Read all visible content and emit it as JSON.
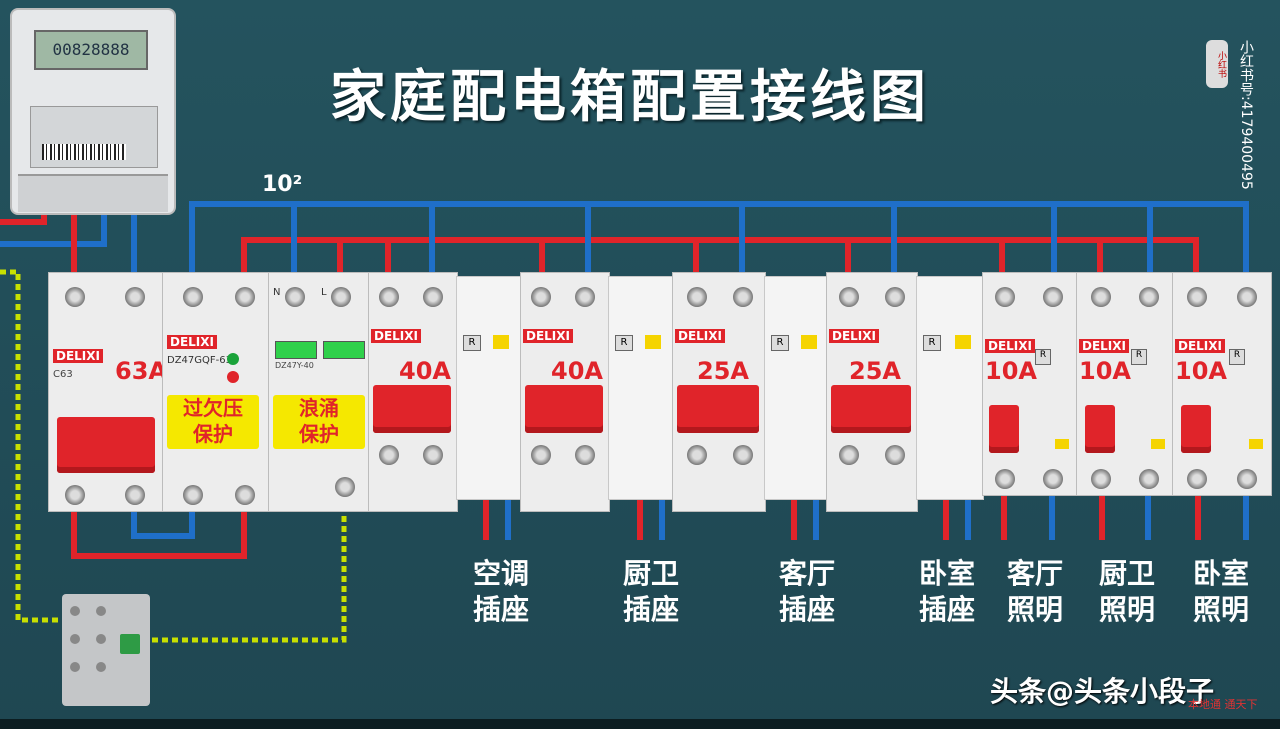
{
  "title": "家庭配电箱配置接线图",
  "wire_size": "10²",
  "side_text": "小红书号:4179400495",
  "side_badge": "小红书",
  "meter": {
    "display": "00828888"
  },
  "brand": "DELIXI",
  "main_breaker": {
    "rating": "63A",
    "model": "C63"
  },
  "voltage_protector": {
    "model": "DZ47GQF-63",
    "label_line1": "过欠压",
    "label_line2": "保护"
  },
  "surge_protector": {
    "model": "DZ47Y-40",
    "label_line1": "浪涌",
    "label_line2": "保护",
    "terminal_n": "N",
    "terminal_l": "L"
  },
  "rcd_breakers": [
    {
      "rating": "40A",
      "circuit_line1": "空调",
      "circuit_line2": "插座"
    },
    {
      "rating": "40A",
      "circuit_line1": "厨卫",
      "circuit_line2": "插座"
    },
    {
      "rating": "25A",
      "circuit_line1": "客厅",
      "circuit_line2": "插座"
    },
    {
      "rating": "25A",
      "circuit_line1": "卧室",
      "circuit_line2": "插座"
    }
  ],
  "light_breakers": [
    {
      "rating": "10A",
      "circuit_line1": "客厅",
      "circuit_line2": "照明"
    },
    {
      "rating": "10A",
      "circuit_line1": "厨卫",
      "circuit_line2": "照明"
    },
    {
      "rating": "10A",
      "circuit_line1": "卧室",
      "circuit_line2": "照明"
    }
  ],
  "rcd_test_letter": "R",
  "watermark": "头条@头条小段子",
  "watermark_small": "本地通 通天下",
  "colors": {
    "live": "#e0242a",
    "neutral": "#1f6fc9",
    "earth": "#c8e000",
    "background": "#1f4a55"
  }
}
